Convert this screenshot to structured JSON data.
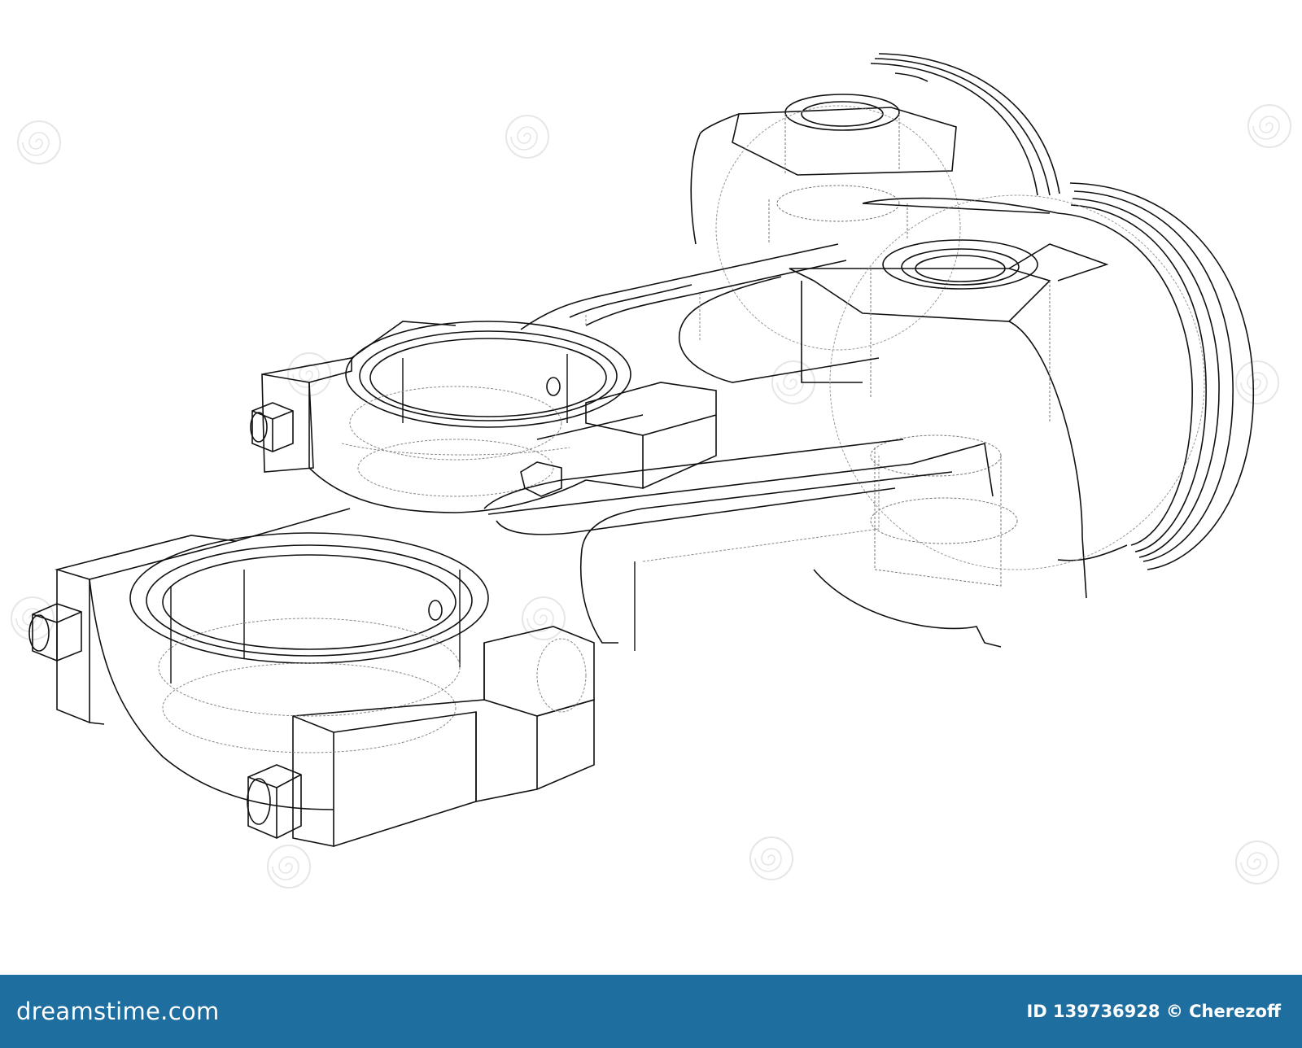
{
  "watermark": {
    "brand_text": "dreamstime.com",
    "id_text": "ID 139736928",
    "author_text": "© Cherezoff"
  },
  "colors": {
    "footer_background": "#1f6ea0",
    "footer_text": "#ffffff",
    "line_art": "#111111",
    "hidden_lines": "#8a8a8a"
  },
  "icons": {
    "brand_swirl": "dreamstime-swirl-icon"
  }
}
